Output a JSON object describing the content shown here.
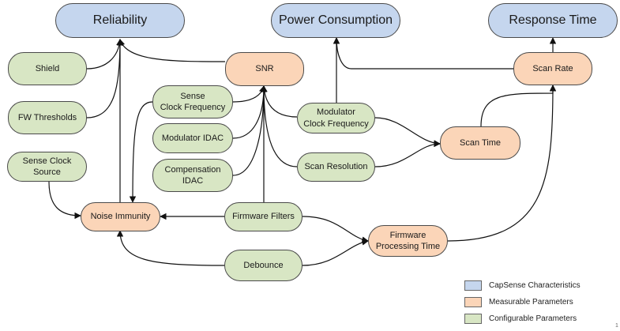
{
  "nodes": {
    "reliability": "Reliability",
    "power": "Power Consumption",
    "response": "Response Time",
    "shield": "Shield",
    "snr": "SNR",
    "scan_rate": "Scan Rate",
    "sense_clock_freq": "Sense\nClock Frequency",
    "fw_thresholds": "FW Thresholds",
    "modulator_clock_freq": "Modulator\nClock Frequency",
    "modulator_idac": "Modulator IDAC",
    "scan_time": "Scan Time",
    "sense_clock_source": "Sense Clock Source",
    "compensation_idac": "Compensation\nIDAC",
    "scan_resolution": "Scan Resolution",
    "noise_immunity": "Noise Immunity",
    "firmware_filters": "Firmware Filters",
    "firmware_processing_time": "Firmware\nProcessing Time",
    "debounce": "Debounce"
  },
  "legend": {
    "characteristics": "CapSense Characteristics",
    "measurable": "Measurable Parameters",
    "configurable": "Configurable Parameters"
  },
  "colors": {
    "characteristics": "#c5d6ee",
    "measurable": "#fbd5b8",
    "configurable": "#d8e6c4",
    "border": "#4a4a4a"
  },
  "page_mark": "1"
}
